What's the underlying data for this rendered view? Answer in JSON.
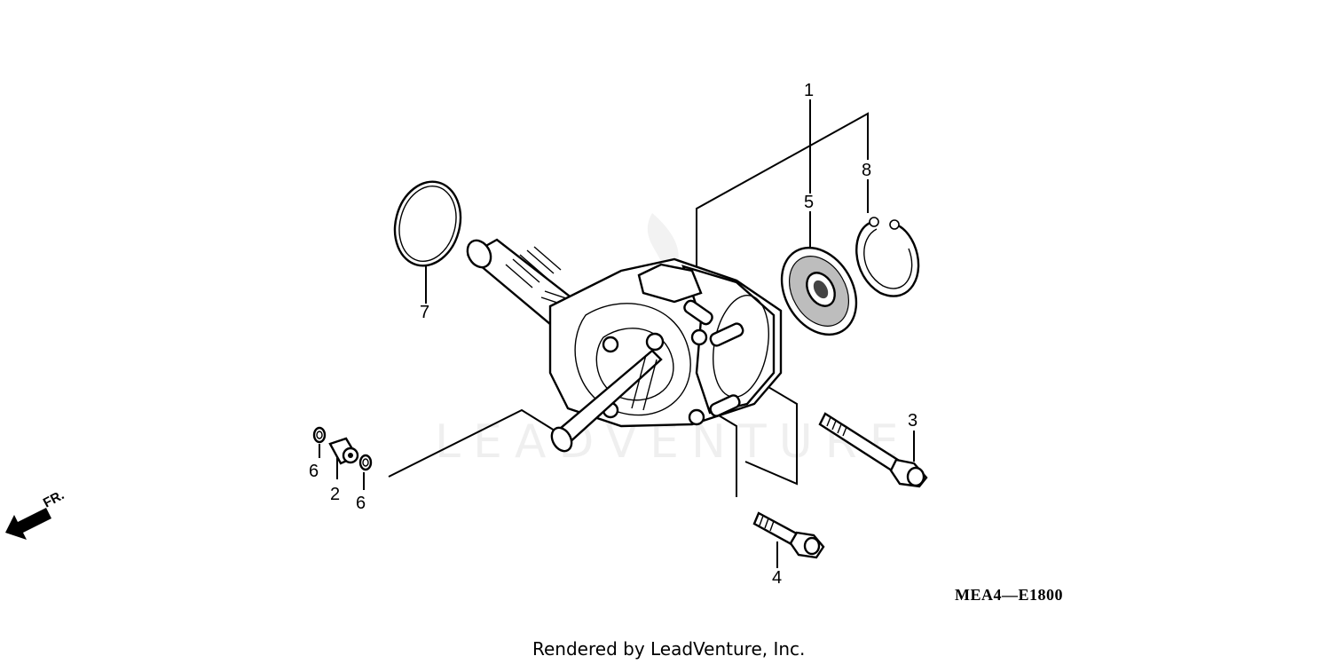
{
  "diagram": {
    "callouts": {
      "c1": "1",
      "c2": "2",
      "c3": "3",
      "c4": "4",
      "c5": "5",
      "c6a": "6",
      "c6b": "6",
      "c7": "7",
      "c8": "8"
    },
    "diagram_code": "MEA4—E1800",
    "direction_label": "FR.",
    "watermark": "LEADVENTURE"
  },
  "footer": {
    "text": "Rendered by LeadVenture, Inc."
  }
}
